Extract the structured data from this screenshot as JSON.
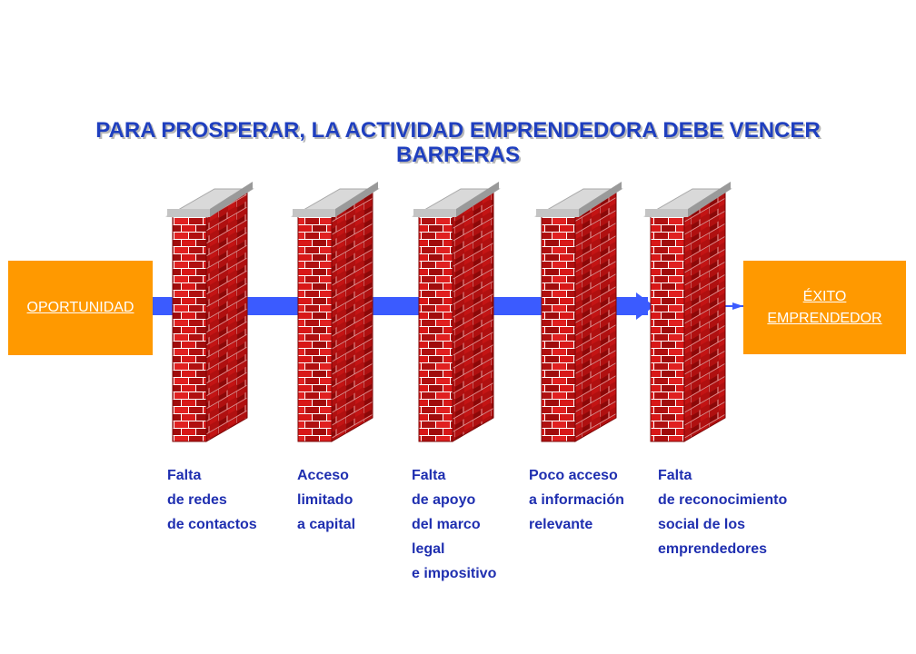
{
  "title": {
    "line1": "PARA PROSPERAR, LA ACTIVIDAD EMPRENDEDORA DEBE VENCER",
    "line2": "BARRERAS"
  },
  "start_box": {
    "label": "OPORTUNIDAD"
  },
  "end_box": {
    "line1": "ÉXITO",
    "line2": "EMPRENDEDOR"
  },
  "colors": {
    "title": "#1f3fbf",
    "box": "#ff9900",
    "arrow": "#3b5bff",
    "brick": "#c81414",
    "label": "#1f2fb0"
  },
  "barriers": [
    {
      "lines": [
        "Falta",
        "de redes",
        "de contactos"
      ]
    },
    {
      "lines": [
        "Acceso",
        "limitado",
        "a capital"
      ]
    },
    {
      "lines": [
        "Falta",
        "de apoyo",
        "del marco",
        "legal",
        "e impositivo"
      ]
    },
    {
      "lines": [
        "Poco acceso",
        "a información",
        "relevante"
      ]
    },
    {
      "lines": [
        "Falta",
        "de reconocimiento",
        "social de los",
        "emprendedores"
      ]
    }
  ]
}
